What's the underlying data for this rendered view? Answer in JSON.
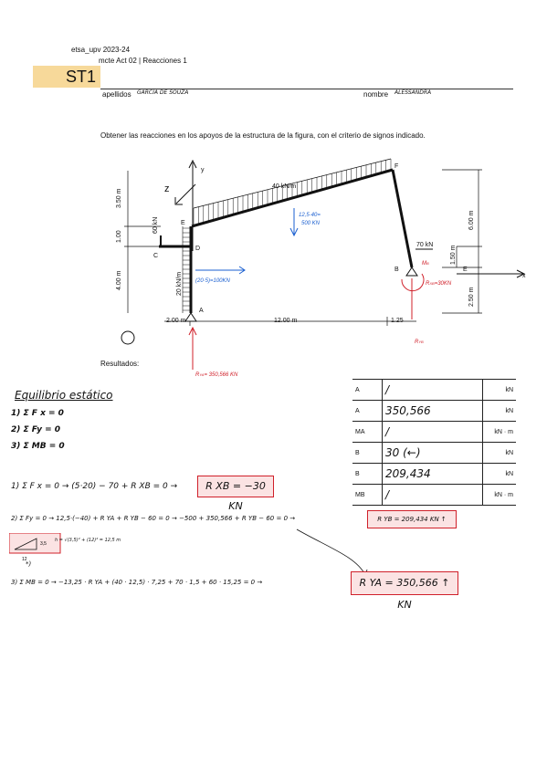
{
  "header": {
    "school": "etsa_upv 2023-24",
    "course": "mcte  Act 02 | Reacciones 1",
    "group_badge": "ST1",
    "surname_label": "apellidos",
    "surname_value": "GARCÍA   DE  SOUZA",
    "name_label": "nombre",
    "name_value": "ALESSANDRA"
  },
  "statement": "Obtener las reacciones en los apoyos de la estructura de la figura, con el criterio de signos indicado.",
  "figure": {
    "axis_y": "y",
    "axis_x": "x",
    "axis_z": "z",
    "dist_load": "40 kN/m",
    "dist_load_wall": "20 kN/m",
    "point_load_c": "60 kN",
    "point_load_b": "70 kN",
    "dims_left": [
      "3.50 m",
      "1.00",
      "4.00 m"
    ],
    "dims_bottom": [
      "2.00 m",
      "12.00 m",
      "1.25"
    ],
    "dims_right": [
      "6.00 m",
      "1.50 m",
      "2.50 m"
    ],
    "node_labels": [
      "A",
      "B",
      "C",
      "D",
      "E",
      "E",
      "F"
    ],
    "note_resultant_1": "12,5·40=",
    "note_resultant_2": "500 KN",
    "note_wall_resultant": "(20·5)=100KN",
    "note_mb": "M",
    "note_mb_sub": "B",
    "note_rxb": "R",
    "note_rxb_sub": "XB",
    "note_rxb_val": "=30KN",
    "note_ryb": "R",
    "note_ryb_sub": "YB",
    "note_rya": "R",
    "note_rya_sub": "YA",
    "note_rya_val": "= 350,566 KN"
  },
  "results_label": "Resultados:",
  "results_table": [
    {
      "key": "A",
      "value": "/",
      "unit": "kN"
    },
    {
      "key": "A",
      "value": "350,566",
      "unit": "kN"
    },
    {
      "key": "MA",
      "value": "/",
      "unit": "kN · m"
    },
    {
      "key": "B",
      "value": "30  (←)",
      "unit": "kN"
    },
    {
      "key": "B",
      "value": "209,434",
      "unit": "kN"
    },
    {
      "key": "MB",
      "value": "/",
      "unit": "kN · m"
    }
  ],
  "handwork": {
    "title": "Equilibrio estático",
    "eq1": "1)  Σ F x = 0",
    "eq2": "2)  Σ Fy = 0",
    "eq3": "3)  Σ MB = 0",
    "step1": "1)  Σ F x = 0   → (5·20) − 70 + R XB = 0  →",
    "step1_result": "R XB = −30 KN",
    "step2": "2)  Σ Fy = 0  →  12,5·(−40) + R YA + R YB − 60 = 0  → −500 + 350,566 + R YB − 60 = 0  →",
    "step2_result": "R YB = 209,434 KN ↑",
    "step2_note": "h = √(3,5)² + (12)² = 12,5 m",
    "step2_tri": "3,5",
    "step2_tri_b": "12",
    "step2_q": "*)",
    "step3": "3)  Σ MB = 0  →  −13,25 · R YA + (40 · 12,5) · 7,25 + 70 · 1,5 + 60 · 15,25 = 0  →",
    "step3_result": "R YA = 350,566 ↑  KN"
  }
}
